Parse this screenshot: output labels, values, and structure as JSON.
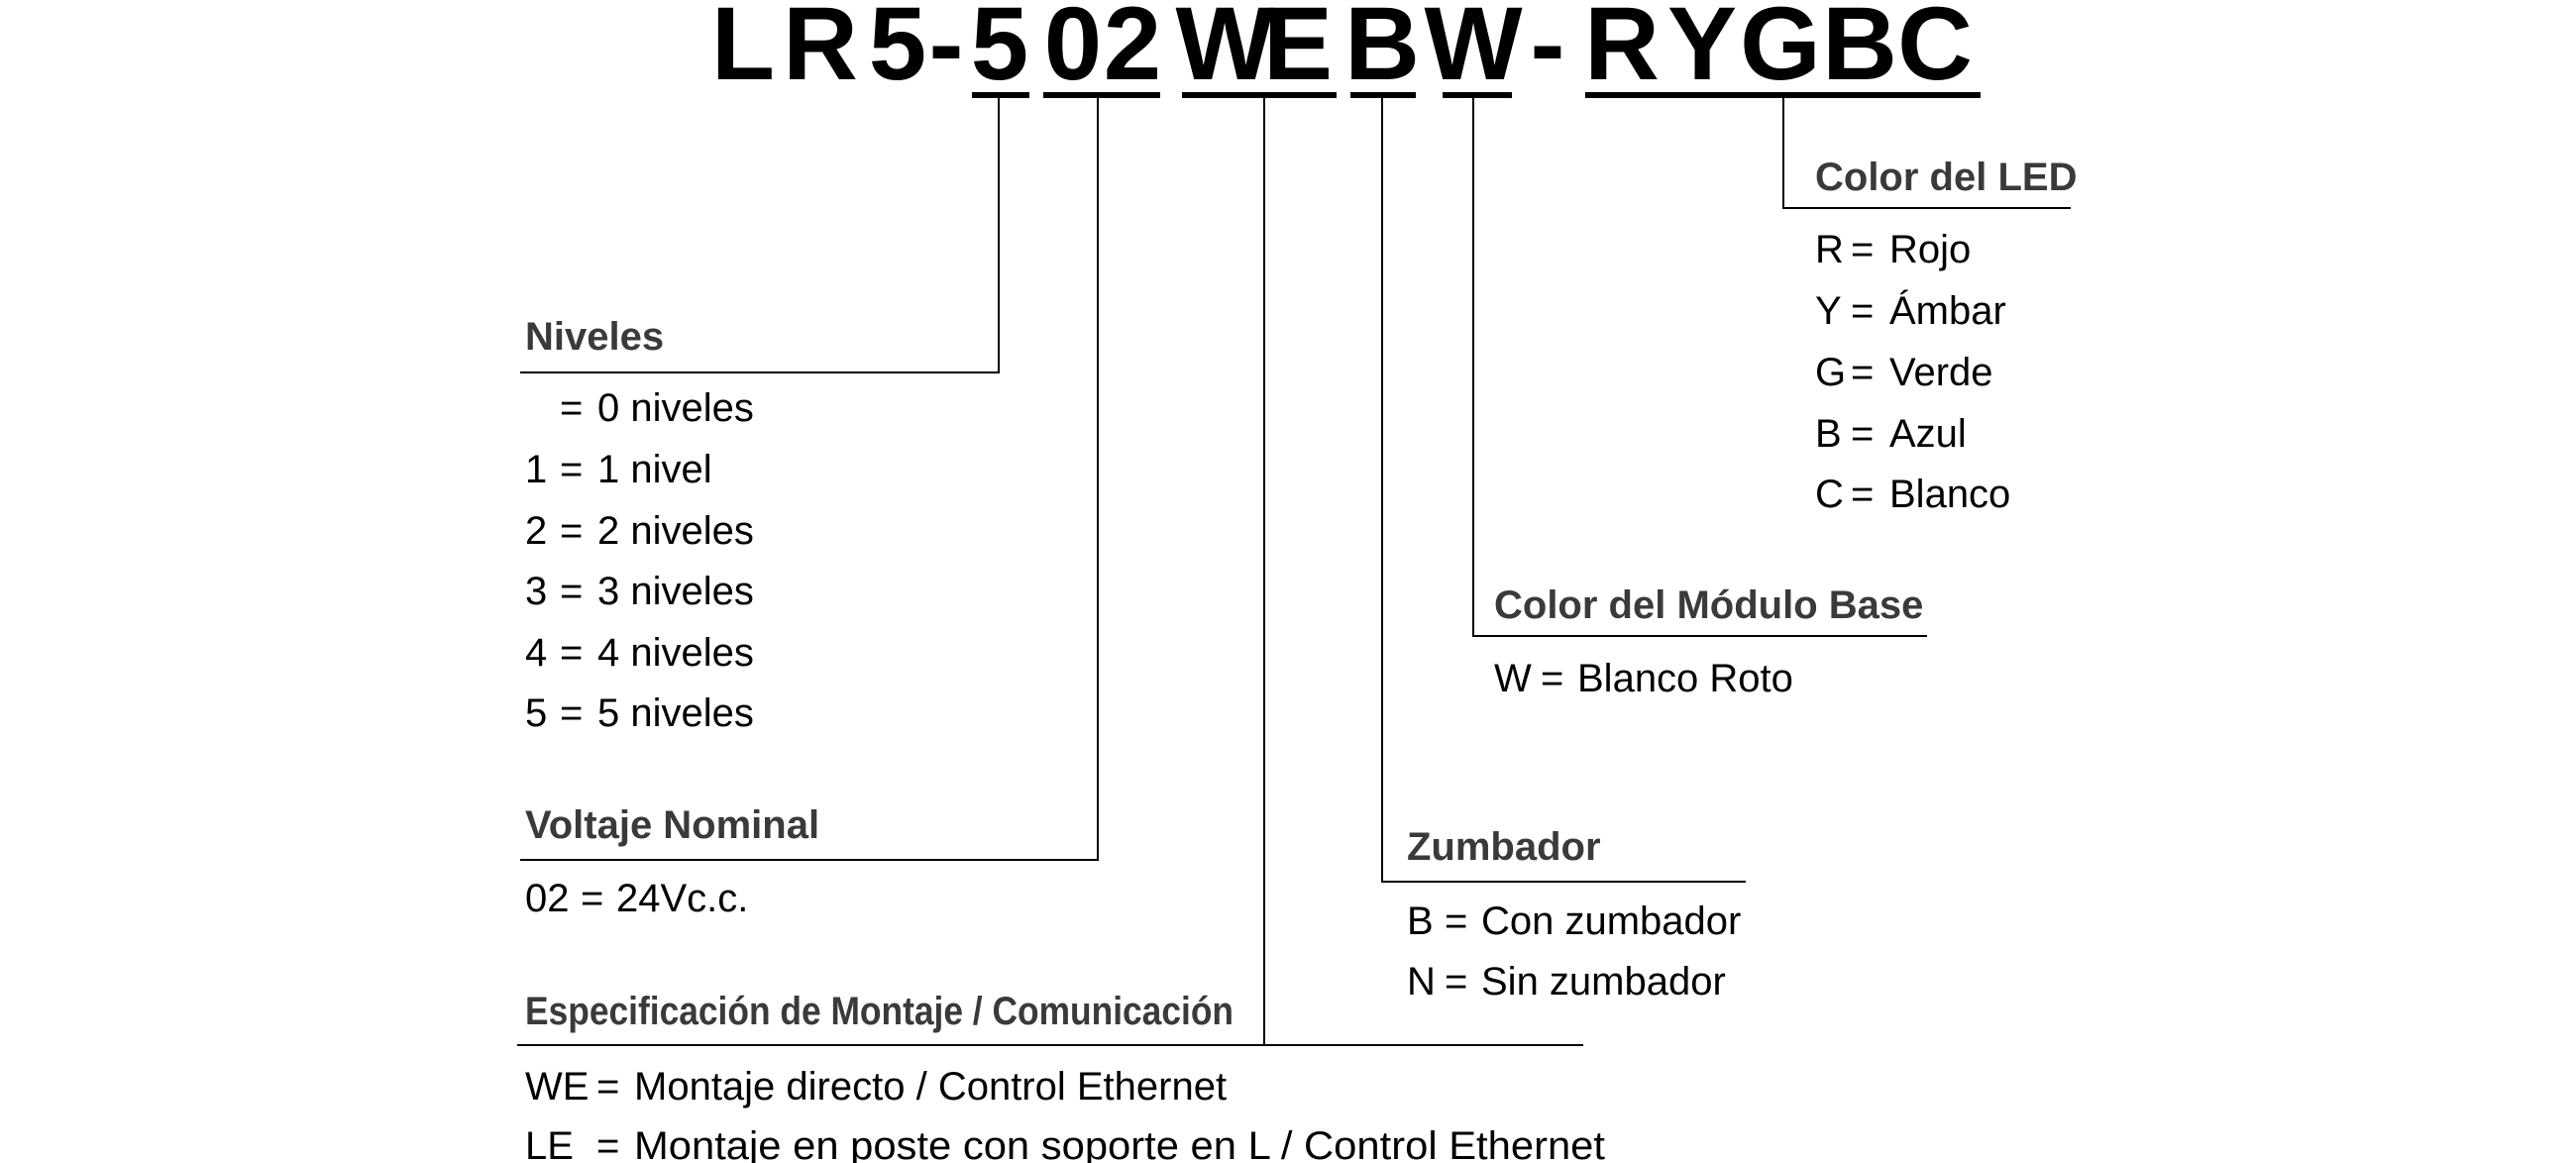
{
  "model_code": {
    "characters": [
      "L",
      "R",
      "5",
      "-",
      "5",
      "0",
      "2",
      "W",
      "E",
      "B",
      "W",
      "-",
      "R",
      "Y",
      "G",
      "B",
      "C"
    ]
  },
  "sections": {
    "niveles": {
      "heading": "Niveles",
      "options": [
        {
          "code": "",
          "eq": "=",
          "desc": "0 niveles"
        },
        {
          "code": "1",
          "eq": "=",
          "desc": "1 nivel"
        },
        {
          "code": "2",
          "eq": "=",
          "desc": "2 niveles"
        },
        {
          "code": "3",
          "eq": "=",
          "desc": "3 niveles"
        },
        {
          "code": "4",
          "eq": "=",
          "desc": "4 niveles"
        },
        {
          "code": "5",
          "eq": "=",
          "desc": "5 niveles"
        }
      ]
    },
    "voltaje": {
      "heading": "Voltaje Nominal",
      "options": [
        {
          "code": "02",
          "eq": "=",
          "desc": "24Vc.c."
        }
      ]
    },
    "montaje": {
      "heading": "Especificación de Montaje / Comunicación",
      "options": [
        {
          "code": "WE",
          "eq": "=",
          "desc": "Montaje directo / Control Ethernet"
        },
        {
          "code": "LE",
          "eq": "=",
          "desc": "Montaje en poste con soporte en L / Control Ethernet"
        }
      ]
    },
    "zumbador": {
      "heading": "Zumbador",
      "options": [
        {
          "code": "B",
          "eq": "=",
          "desc": "Con zumbador"
        },
        {
          "code": "N",
          "eq": "=",
          "desc": "Sin zumbador"
        }
      ]
    },
    "modulo_base": {
      "heading": "Color del Módulo Base",
      "options": [
        {
          "code": "W",
          "eq": "=",
          "desc": "Blanco Roto"
        }
      ]
    },
    "color_led": {
      "heading": "Color del LED",
      "options": [
        {
          "code": "R",
          "eq": "=",
          "desc": "Rojo"
        },
        {
          "code": "Y",
          "eq": "=",
          "desc": "Ámbar"
        },
        {
          "code": "G",
          "eq": "=",
          "desc": "Verde"
        },
        {
          "code": "B",
          "eq": "=",
          "desc": "Azul"
        },
        {
          "code": "C",
          "eq": "=",
          "desc": "Blanco"
        }
      ]
    }
  }
}
